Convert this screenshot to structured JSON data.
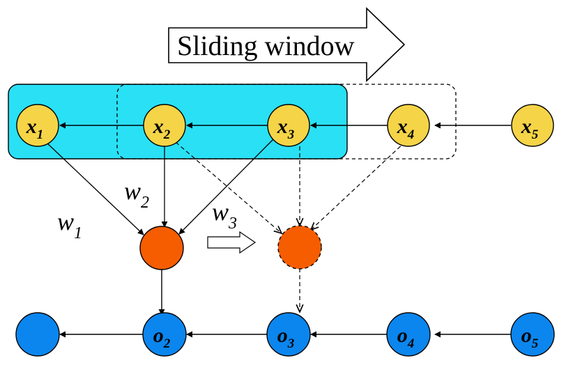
{
  "banner": {
    "text": "Sliding window"
  },
  "colors": {
    "window_fill": "#29e0f5",
    "input_node": "#f5d447",
    "hidden_node": "#f55d00",
    "output_node": "#0b86ee",
    "stroke": "#000000"
  },
  "inputs": [
    {
      "base": "x",
      "sub": "1"
    },
    {
      "base": "x",
      "sub": "2"
    },
    {
      "base": "x",
      "sub": "3"
    },
    {
      "base": "x",
      "sub": "4"
    },
    {
      "base": "x",
      "sub": "5"
    }
  ],
  "outputs": [
    {
      "base": "",
      "sub": ""
    },
    {
      "base": "o",
      "sub": "2"
    },
    {
      "base": "o",
      "sub": "3"
    },
    {
      "base": "o",
      "sub": "4"
    },
    {
      "base": "o",
      "sub": "5"
    }
  ],
  "weights": [
    {
      "base": "w",
      "sub": "1"
    },
    {
      "base": "w",
      "sub": "2"
    },
    {
      "base": "w",
      "sub": "3"
    }
  ]
}
